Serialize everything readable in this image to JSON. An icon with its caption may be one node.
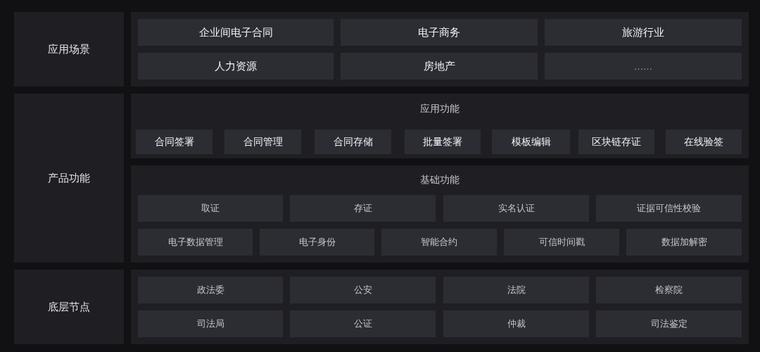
{
  "diagram": {
    "nodes": [
      {
        "text": [
          "应用场景"
        ]
      },
      {
        "text": [],
        "shape": "box"
      },
      {
        "text": [
          "企业间电子合同"
        ],
        "in": 1
      },
      {
        "text": [
          "电子商务"
        ],
        "in": 1
      },
      {
        "text": [
          "旅游行业"
        ],
        "in": 1
      },
      {
        "text": [
          "人力资源"
        ],
        "in": 1
      },
      {
        "text": [
          "房地产"
        ],
        "in": 1
      },
      {
        "text": [
          "……"
        ],
        "in": 1
      },
      {
        "text": [
          "产品功能"
        ]
      },
      {
        "text": [
          "应用功能"
        ]
      },
      {
        "text": [
          "合同签署"
        ],
        "in": 9
      },
      {
        "text": [
          "合同管理"
        ],
        "in": 9
      },
      {
        "text": [
          "合同存储"
        ],
        "in": 9
      },
      {
        "text": [
          "批量签署"
        ],
        "in": 9
      },
      {
        "text": [
          "模板编辑"
        ],
        "in": 9
      },
      {
        "text": [
          "区块链存证"
        ],
        "in": 9
      },
      {
        "text": [
          "在线验签"
        ],
        "in": 9
      },
      {
        "text": [
          "基础功能"
        ]
      },
      {
        "text": [
          "取证"
        ],
        "in": 17
      },
      {
        "text": [
          "存证"
        ],
        "in": 17
      },
      {
        "text": [
          "实名认证"
        ],
        "in": 17
      },
      {
        "text": [
          "证据可信性校验"
        ],
        "in": 17
      },
      {
        "text": [
          "电子数据管理"
        ],
        "in": 17
      },
      {
        "text": [
          "电子身份"
        ],
        "in": 17
      },
      {
        "text": [
          "智能合约"
        ],
        "in": 17
      },
      {
        "text": [
          "可信时间戳"
        ],
        "in": 17
      },
      {
        "text": [
          "数据加解密"
        ],
        "in": 17
      },
      {
        "text": [
          "底层节点"
        ]
      },
      {
        "text": [],
        "shape": "box"
      },
      {
        "text": [
          "政法委"
        ],
        "in": 28
      },
      {
        "text": [
          "公安"
        ],
        "in": 28
      },
      {
        "text": [
          "法院"
        ],
        "in": 28
      },
      {
        "text": [
          "检察院"
        ],
        "in": 28
      },
      {
        "text": [
          "司法局"
        ],
        "in": 28
      },
      {
        "text": [
          "公证"
        ],
        "in": 28
      },
      {
        "text": [
          "仲裁"
        ],
        "in": 28
      },
      {
        "text": [
          "司法鉴定"
        ],
        "in": 28
      }
    ]
  }
}
